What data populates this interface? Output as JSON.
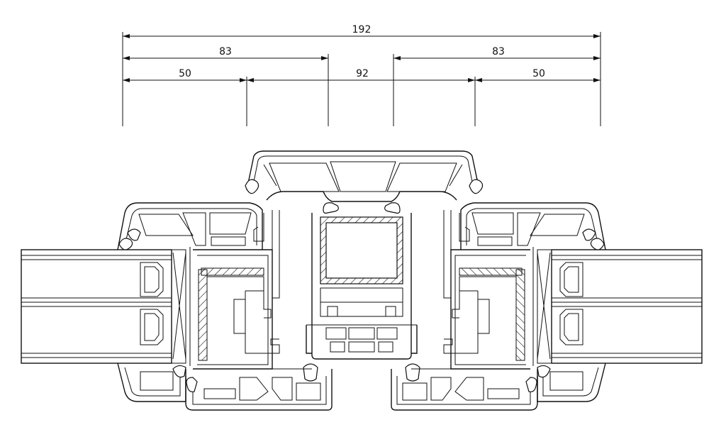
{
  "dimensions": {
    "overall": "192",
    "left_sash": "83",
    "right_sash": "83",
    "left_frame": "50",
    "mullion": "92",
    "right_frame": "50"
  }
}
